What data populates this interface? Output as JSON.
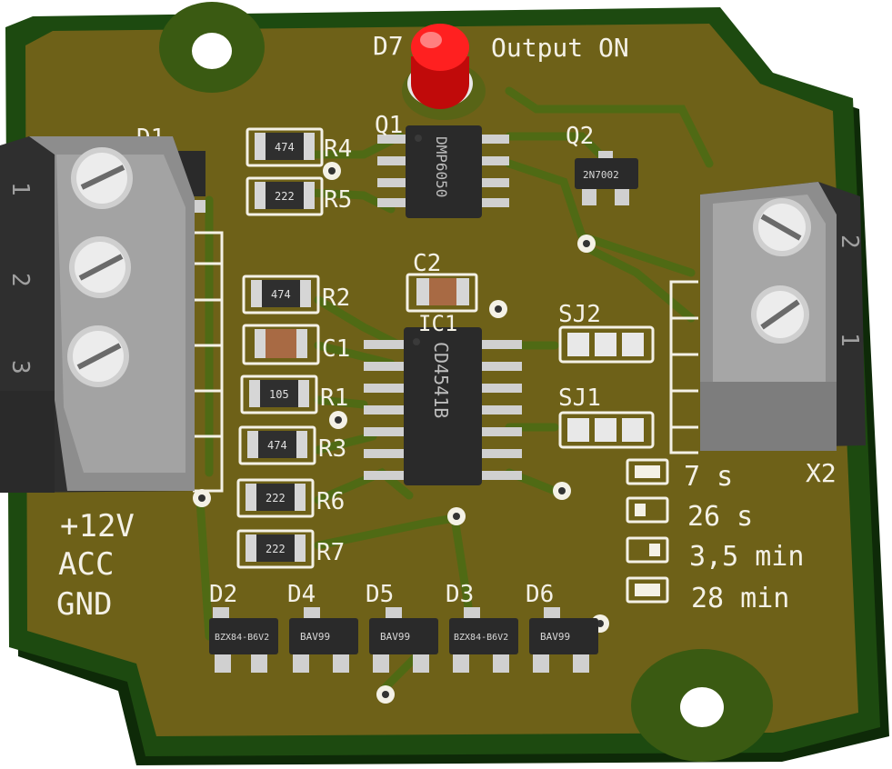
{
  "board": {
    "colors": {
      "pcb": "#1d4a10",
      "copper": "#6e6118",
      "trace": "#4f6a14",
      "silkscreen": "#f4f1e6",
      "chip": "#2a2a2a",
      "terminal": "#5d5d5d",
      "led": "#e01010"
    }
  },
  "led": {
    "designator": "D7",
    "label": "Output ON"
  },
  "transistors": {
    "q1": {
      "designator": "Q1",
      "marking": "DMP6050"
    },
    "q2": {
      "designator": "Q2",
      "marking": "2N7002"
    }
  },
  "ic": {
    "designator": "IC1",
    "marking": "CD4541B"
  },
  "resistors": [
    {
      "designator": "R4",
      "marking": "474"
    },
    {
      "designator": "R5",
      "marking": "222"
    },
    {
      "designator": "R2",
      "marking": "474"
    },
    {
      "designator": "R1",
      "marking": "105"
    },
    {
      "designator": "R3",
      "marking": "474"
    },
    {
      "designator": "R6",
      "marking": "222"
    },
    {
      "designator": "R7",
      "marking": "222"
    }
  ],
  "capacitors": [
    {
      "designator": "C2"
    },
    {
      "designator": "C1"
    }
  ],
  "jumpers": [
    {
      "designator": "SJ2"
    },
    {
      "designator": "SJ1"
    }
  ],
  "diodes": [
    {
      "designator": "D2",
      "marking": "BZX84-B6V2"
    },
    {
      "designator": "D4",
      "marking": "BAV99"
    },
    {
      "designator": "D5",
      "marking": "BAV99"
    },
    {
      "designator": "D3",
      "marking": "BZX84-B6V2"
    },
    {
      "designator": "D6",
      "marking": "BAV99"
    }
  ],
  "d1": {
    "designator": "D1"
  },
  "terminal_x1": {
    "pins": [
      "1",
      "2",
      "3"
    ]
  },
  "terminal_x2": {
    "designator": "X2",
    "pins": [
      "2",
      "1"
    ]
  },
  "power_labels": [
    "+12V",
    "ACC",
    "GND"
  ],
  "time_settings": [
    "7 s",
    "26 s",
    "3,5 min",
    "28 min"
  ]
}
